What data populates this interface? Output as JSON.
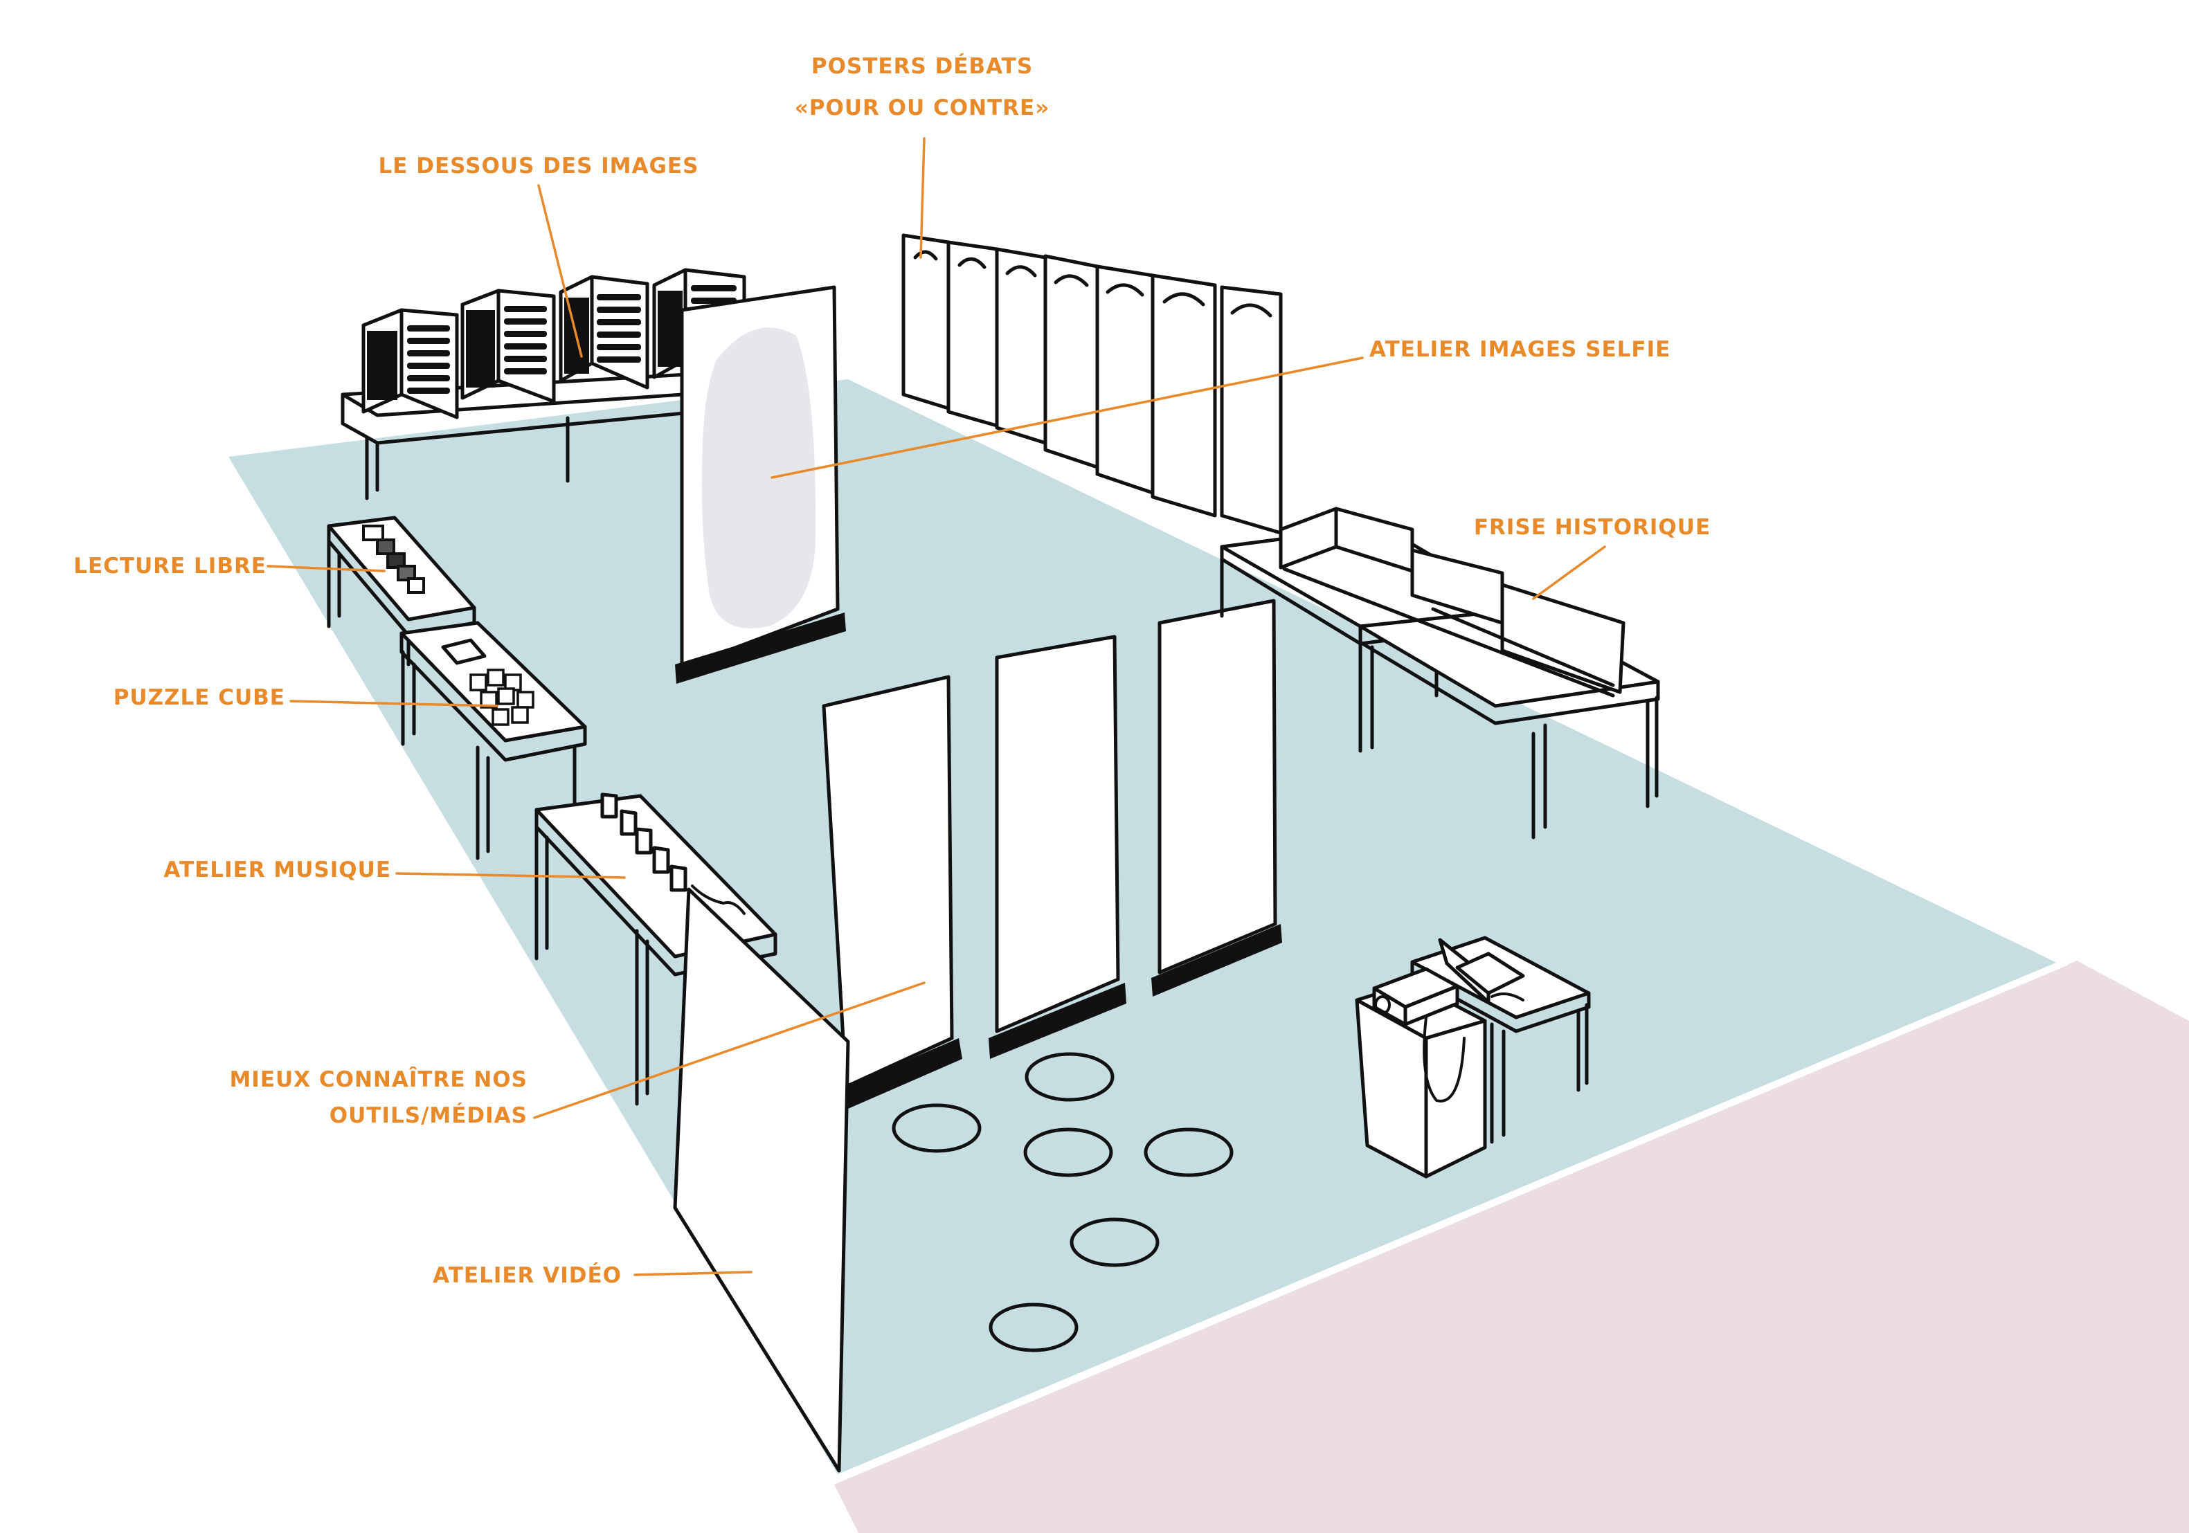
{
  "colors": {
    "floor": "#c6dde2",
    "corridor": "#ecdde1",
    "label": "#e8892a",
    "ink": "#111111",
    "mirror": "#e6e7ea"
  },
  "labels": {
    "posters_line1": "POSTERS DÉBATS",
    "posters_line2": "«POUR OU CONTRE»",
    "dessous_images": "LE DESSOUS DES IMAGES",
    "images_selfie": "ATELIER IMAGES SELFIE",
    "lecture_libre": "LECTURE LIBRE",
    "frise_historique": "FRISE HISTORIQUE",
    "puzzle_cube": "PUZZLE CUBE",
    "atelier_musique": "ATELIER MUSIQUE",
    "mieux_line1": "MIEUX CONNAÎTRE NOS",
    "mieux_line2": "OUTILS/MÉDIAS",
    "atelier_video": "ATELIER VIDÉO"
  }
}
